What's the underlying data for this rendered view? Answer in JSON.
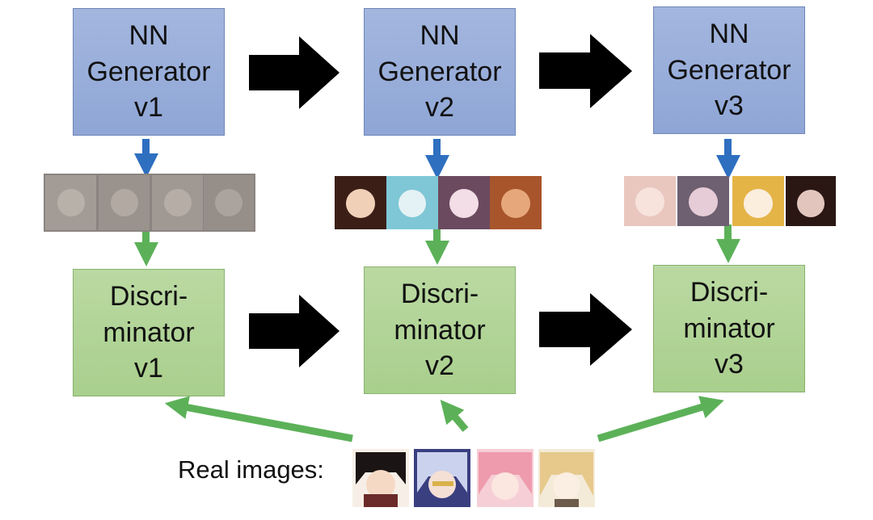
{
  "generators": [
    {
      "lines": [
        "NN",
        "Generator",
        "v1"
      ]
    },
    {
      "lines": [
        "NN",
        "Generator",
        "v2"
      ]
    },
    {
      "lines": [
        "NN",
        "Generator",
        "v3"
      ]
    }
  ],
  "discriminators": [
    {
      "lines": [
        "Discri-",
        "minator",
        "v1"
      ]
    },
    {
      "lines": [
        "Discri-",
        "minator",
        "v2"
      ]
    },
    {
      "lines": [
        "Discri-",
        "minator",
        "v3"
      ]
    }
  ],
  "real_images_label": "Real images:",
  "colors": {
    "generator_fill": "#95abd9",
    "discriminator_fill": "#afd494",
    "blue_arrow": "#2e6fc0",
    "green_arrow": "#5cb158",
    "black_arrow": "#000000"
  }
}
